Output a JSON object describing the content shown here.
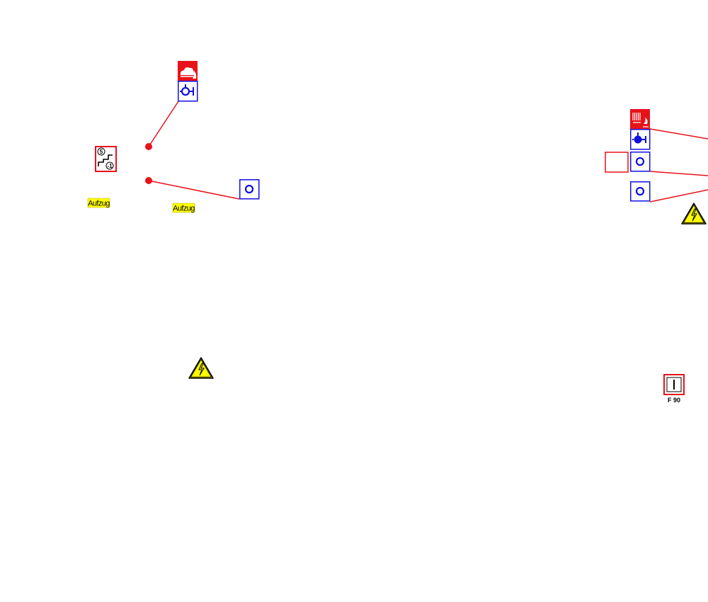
{
  "labels": {
    "aufzug_1": "Aufzug",
    "aufzug_2": "Aufzug",
    "fire_door": "F 90",
    "floor_top": "5",
    "floor_bottom": "-1"
  },
  "colors": {
    "red": "#e8121a",
    "blue": "#1010e0",
    "yellow": "#ffff00",
    "black": "#000000",
    "white": "#ffffff"
  },
  "icons": [
    "smoke-fire-detector-icon",
    "manual-call-point-icon",
    "stairway-floors-icon",
    "connection-point-icon",
    "detector-point-icon",
    "heat-fire-detector-icon",
    "key-switch-icon",
    "high-voltage-warning-icon",
    "fire-door-icon",
    "empty-red-box-icon"
  ]
}
